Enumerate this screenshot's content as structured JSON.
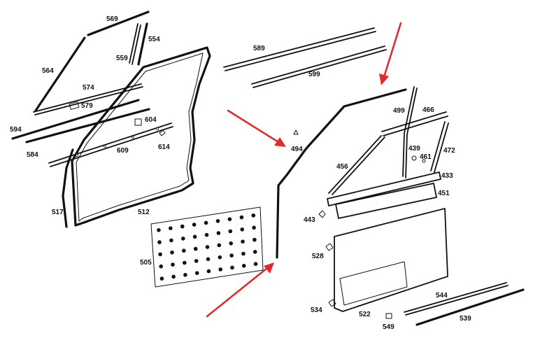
{
  "labels": {
    "p569": "569",
    "p554": "554",
    "p559": "559",
    "p564": "564",
    "p574": "574",
    "p579": "579",
    "p594": "594",
    "p604": "604",
    "p584": "584",
    "p609": "609",
    "p614": "614",
    "p517": "517",
    "p512": "512",
    "p505": "505",
    "p589": "589",
    "p599": "599",
    "p499": "499",
    "p466": "466",
    "p494": "494",
    "p439": "439",
    "p461": "461",
    "p472": "472",
    "p456": "456",
    "p433": "433",
    "p451": "451",
    "p443": "443",
    "p528": "528",
    "p534": "534",
    "p522": "522",
    "p544": "544",
    "p539": "539",
    "p549": "549"
  },
  "colors": {
    "line": "#111111",
    "arrow": "#e32a2a",
    "background": "#ffffff"
  }
}
